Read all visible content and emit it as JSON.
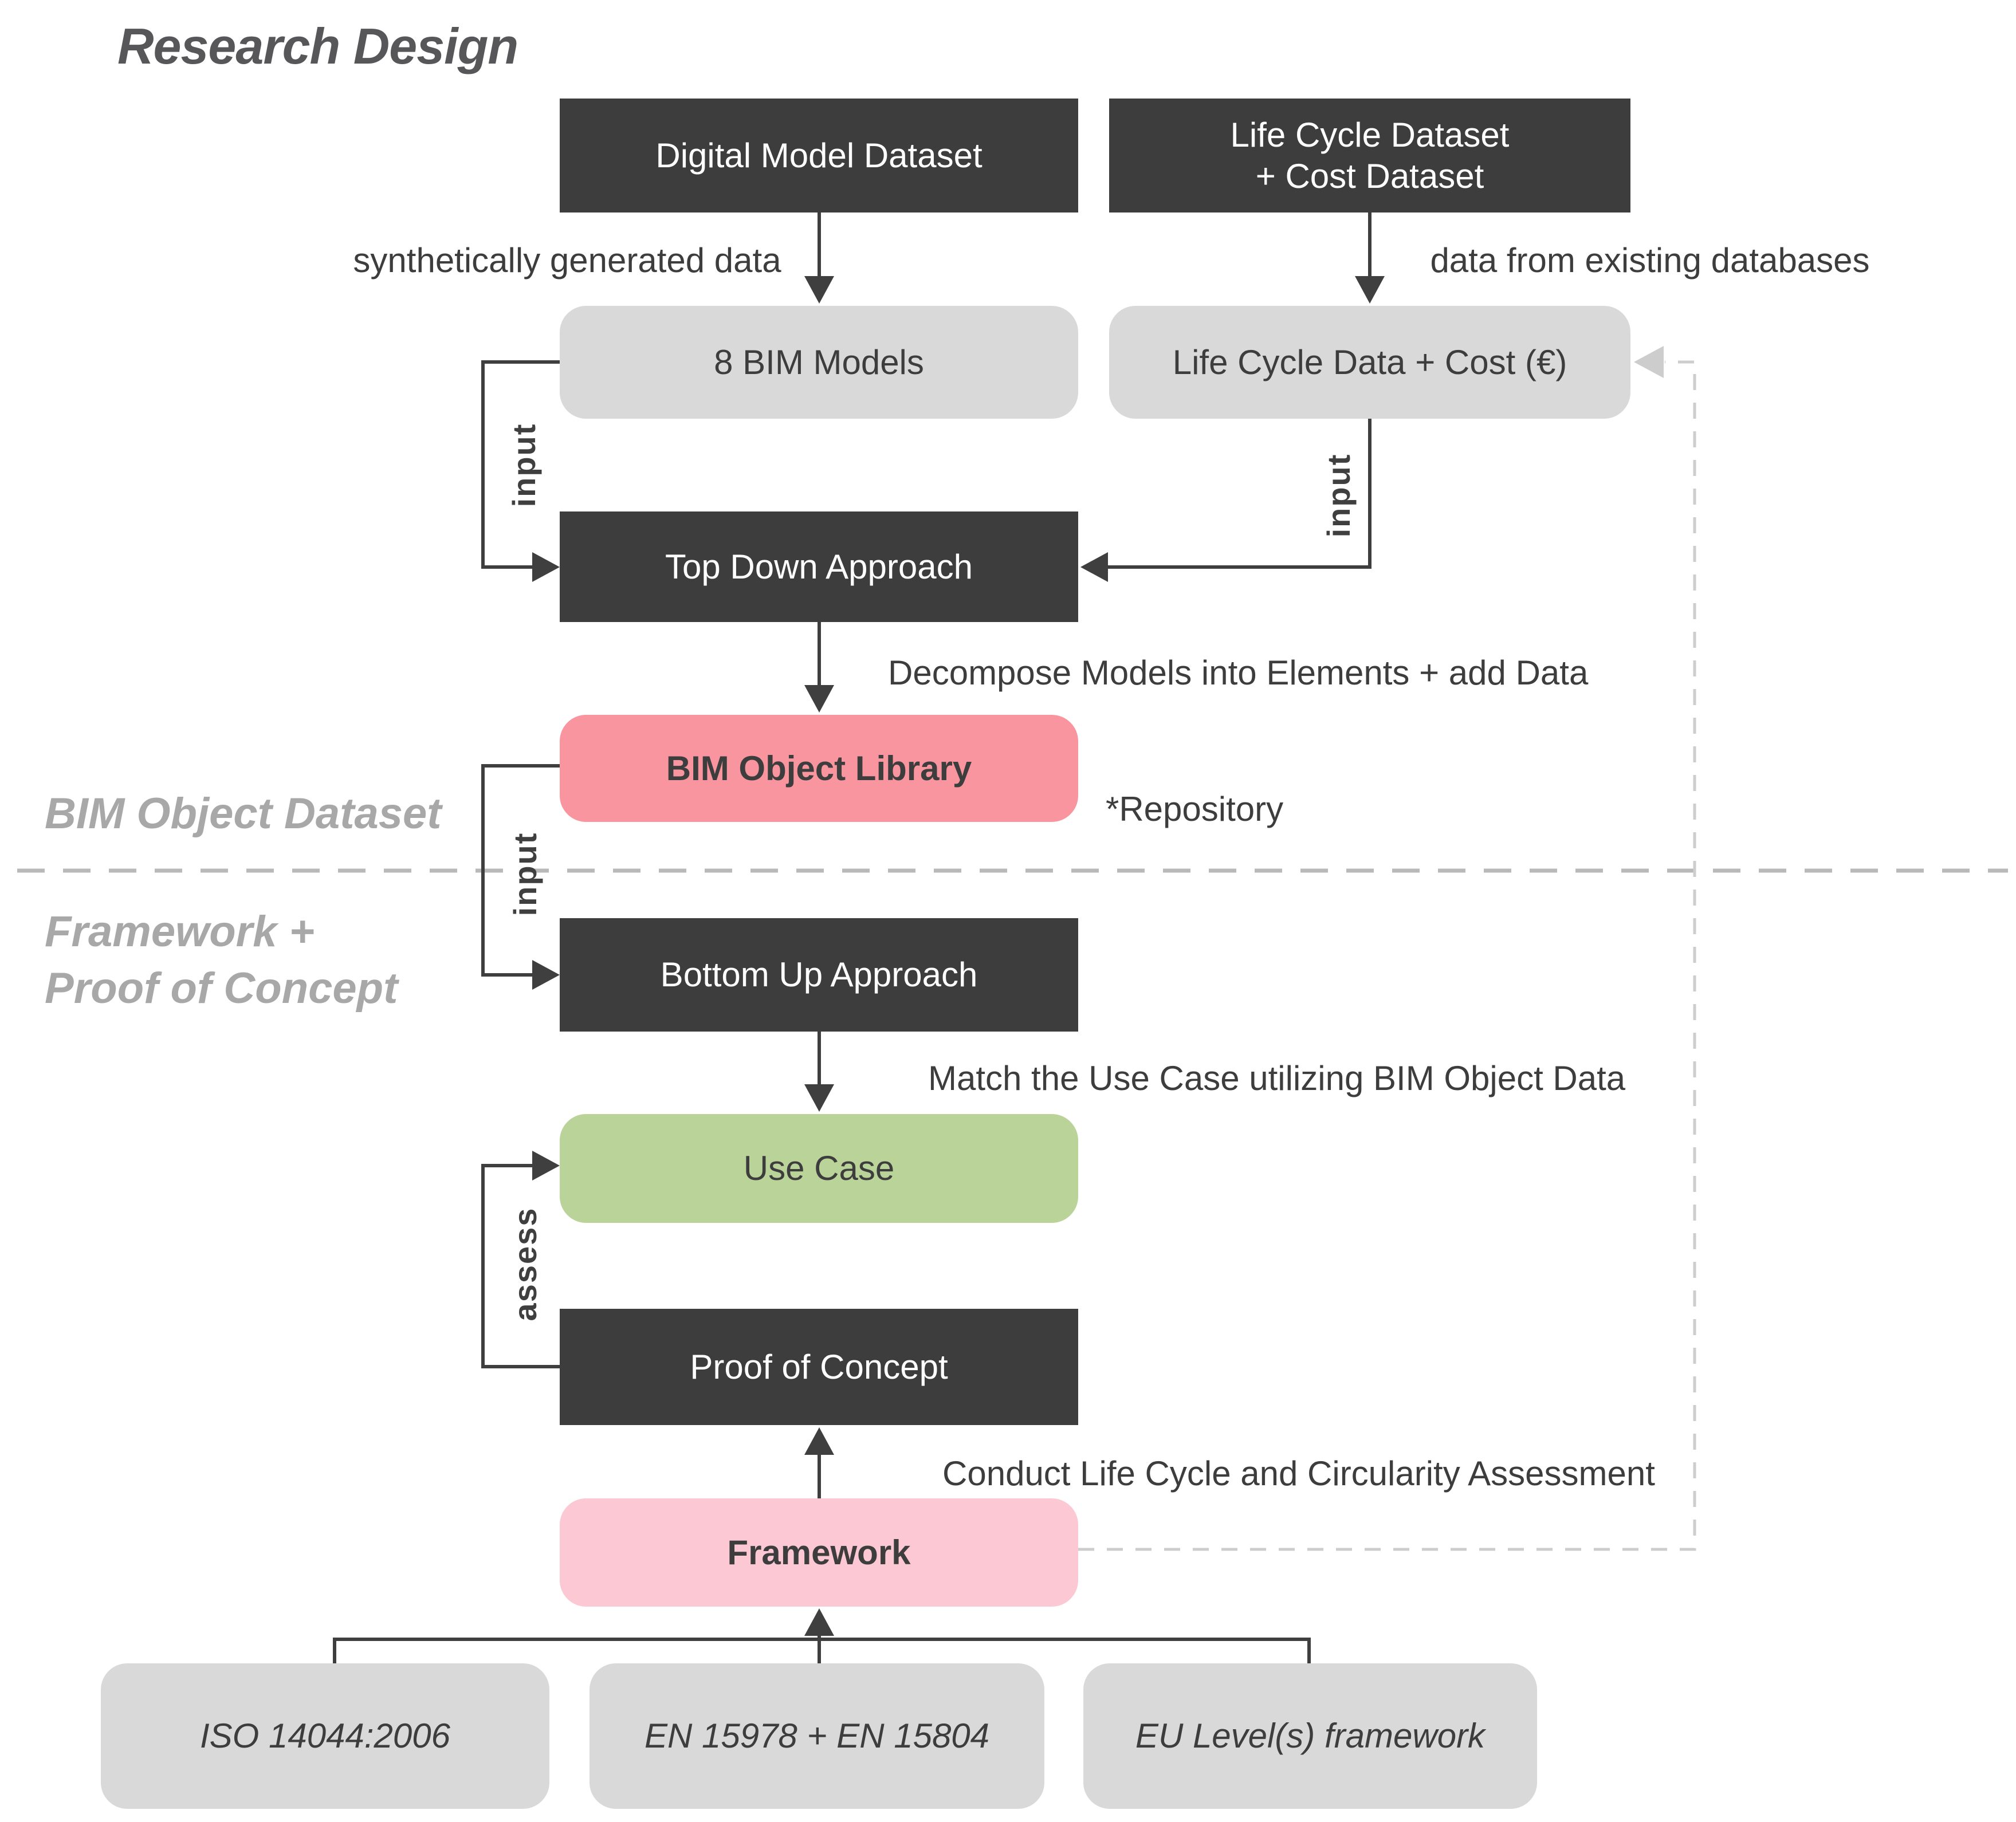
{
  "title": "Research Design",
  "sections": {
    "bim_object_dataset": "BIM Object Dataset",
    "framework_poc_line1": "Framework +",
    "framework_poc_line2": "Proof of Concept"
  },
  "nodes": {
    "digital_model_dataset": "Digital Model Dataset",
    "life_cycle_cost_dataset": {
      "line1": "Life Cycle Dataset",
      "line2": "+ Cost Dataset"
    },
    "bim_models": "8 BIM Models",
    "life_cycle_data_cost": "Life Cycle Data + Cost (€)",
    "top_down": "Top Down Approach",
    "bim_object_library": "BIM Object Library",
    "bottom_up": "Bottom Up Approach",
    "use_case": "Use Case",
    "proof_of_concept": "Proof of Concept",
    "framework": "Framework",
    "standard_iso": "ISO 14044:2006",
    "standard_en": "EN 15978 + EN 15804",
    "standard_eu": "EU Level(s) framework"
  },
  "edge_labels": {
    "synthetic": "synthetically generated data",
    "existing": "data from existing databases",
    "input": "input",
    "assess": "assess",
    "decompose": "Decompose Models into Elements + add Data",
    "match": "Match the Use Case utilizing BIM Object Data",
    "conduct": "Conduct Life Cycle and Circularity Assessment",
    "repository": "*Repository"
  },
  "colors": {
    "c-dark": "#3d3d3d",
    "c-gray": "#d9d9d9",
    "c-red": "#f8959e",
    "c-green": "#b9d398",
    "c-pink": "#fbc8d3",
    "c-line": "#3f3f3f",
    "c-dash": "#cdcdcd",
    "c-divider": "#b9b9b9",
    "c-text": "#3d3d3d",
    "c-muted": "#a8a8a8",
    "c-title": "#57575a"
  }
}
